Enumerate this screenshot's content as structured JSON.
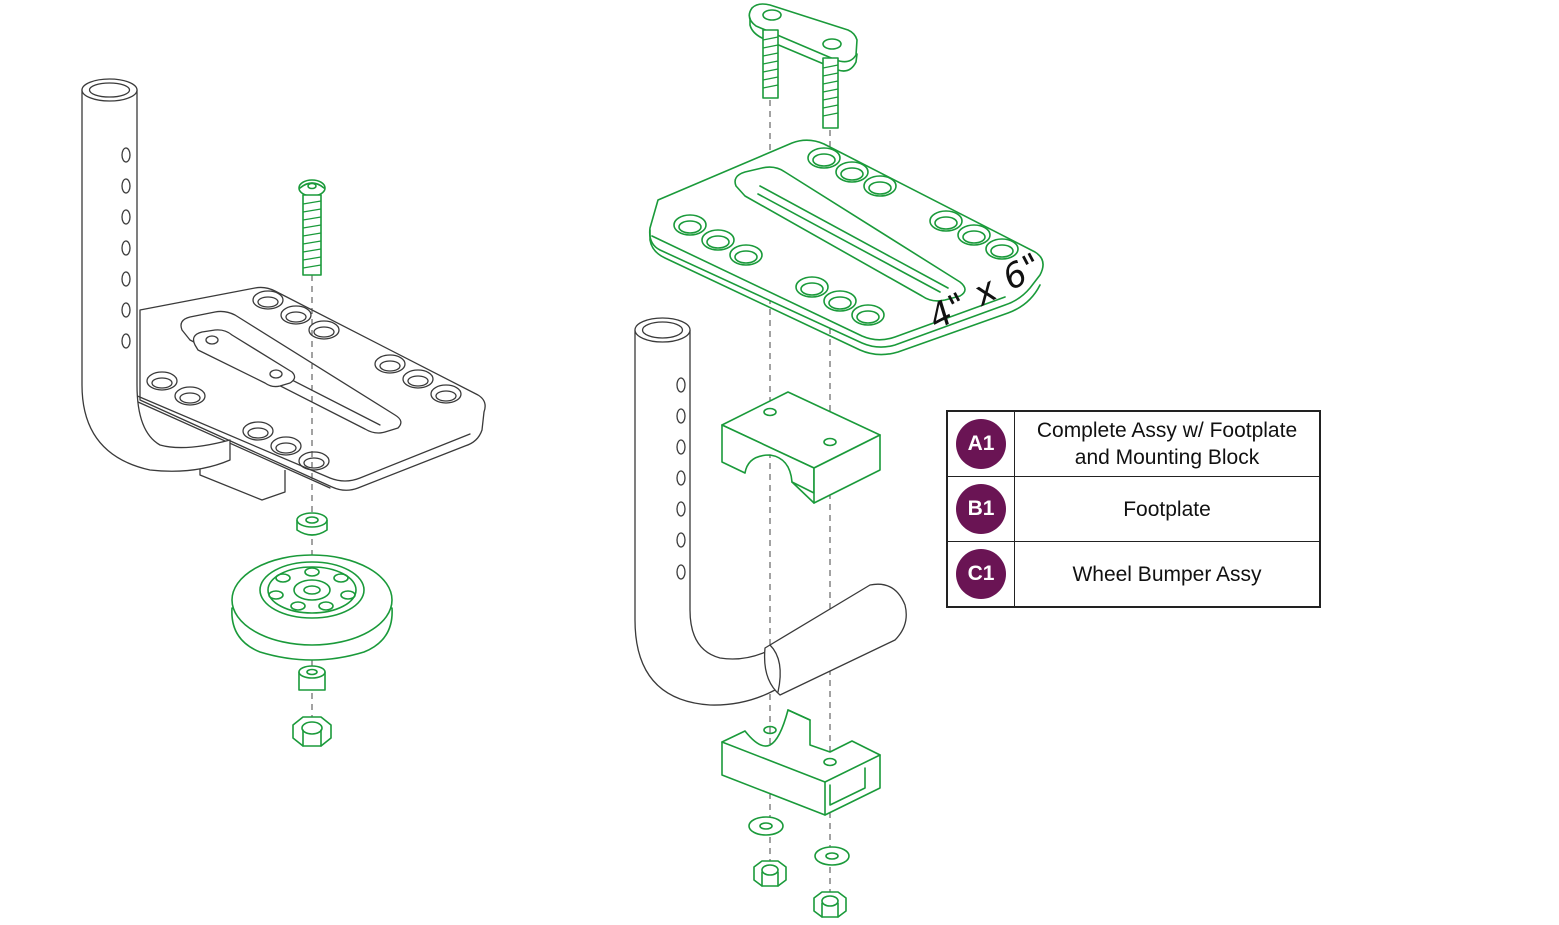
{
  "dimension_label": "4\" x 6\"",
  "legend": [
    {
      "id": "A1",
      "label": "Complete Assy w/ Footplate and Mounting Block"
    },
    {
      "id": "B1",
      "label": "Footplate"
    },
    {
      "id": "C1",
      "label": "Wheel Bumper Assy"
    }
  ],
  "colors": {
    "part_highlight": "#1a9a3a",
    "badge": "#6a1454",
    "line": "#3a3a3a"
  }
}
